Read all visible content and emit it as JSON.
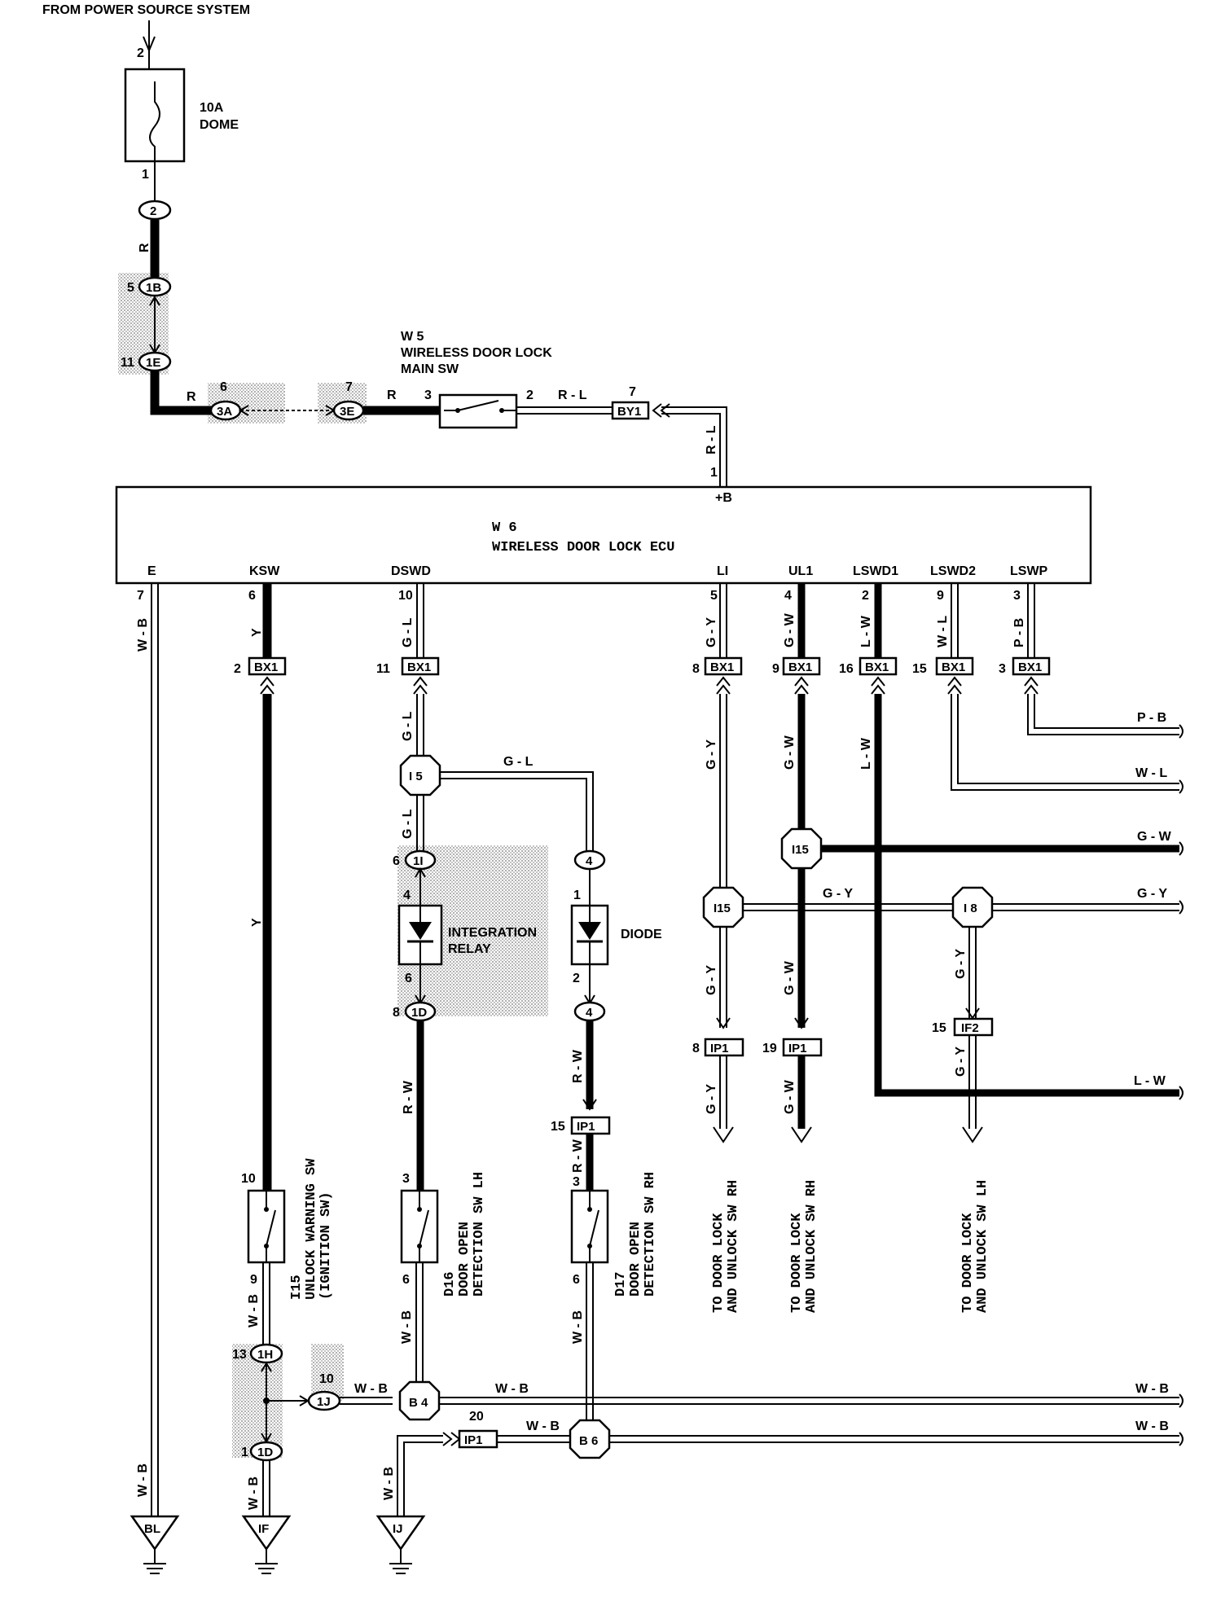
{
  "header": {
    "source": "FROM POWER SOURCE SYSTEM"
  },
  "fuse": {
    "rating": "10A",
    "name": "DOME",
    "pin_top": "2",
    "pin_bottom": "1"
  },
  "main_sw": {
    "code": "W 5",
    "name_line1": "WIRELESS DOOR LOCK",
    "name_line2": "MAIN SW",
    "pin_in": "3",
    "pin_out": "2"
  },
  "ecu": {
    "code": "W 6",
    "name": "WIRELESS DOOR LOCK ECU",
    "power_terminal": "+B",
    "power_pin": "1",
    "terminals": [
      {
        "name": "E",
        "pin": "7"
      },
      {
        "name": "KSW",
        "pin": "6"
      },
      {
        "name": "DSWD",
        "pin": "10"
      },
      {
        "name": "LI",
        "pin": "5"
      },
      {
        "name": "UL1",
        "pin": "4"
      },
      {
        "name": "LSWD1",
        "pin": "2"
      },
      {
        "name": "LSWD2",
        "pin": "9"
      },
      {
        "name": "LSWP",
        "pin": "3"
      }
    ]
  },
  "connectors": {
    "c2": "2",
    "c1B": "1B",
    "c1E": "1E",
    "c3A": "3A",
    "c3E": "3E",
    "cBY1": "BY1",
    "c1I": "1I",
    "c1D": "1D",
    "c4": "4",
    "cIP1": "IP1",
    "cIF2": "IF2",
    "c1H": "1H",
    "c1J": "1J",
    "c1Dl": "1D",
    "cBX1": "BX1"
  },
  "splices": {
    "I5": "I 5",
    "I15": "I15",
    "I8": "I 8",
    "B4": "B 4",
    "B6": "B 6"
  },
  "pins": {
    "p5": "5",
    "p11": "11",
    "p6": "6",
    "p7": "7",
    "p3": "3",
    "p2": "2",
    "p1": "1",
    "p4": "4",
    "p8": "8",
    "p9": "9",
    "p10": "10",
    "p13": "13",
    "p15": "15",
    "p16": "16",
    "p19": "19",
    "p20": "20"
  },
  "wires": {
    "R": "R",
    "RL": "R - L",
    "RLv": "R - L",
    "WB": "W - B",
    "Y": "Y",
    "GL": "G - L",
    "GY": "G - Y",
    "GW": "G - W",
    "LW": "L - W",
    "WL": "W - L",
    "PB": "P - B",
    "RW": "R - W"
  },
  "components": {
    "integration_relay_1": "INTEGRATION",
    "integration_relay_2": "RELAY",
    "diode": "DIODE",
    "i15_code": "I15",
    "i15_line1": "UNLOCK WARNING SW",
    "i15_line2": "(IGNITION SW)",
    "d16_code": "D16",
    "d16_line1": "DOOR OPEN",
    "d16_line2": "DETECTION SW LH",
    "d17_code": "D17",
    "d17_line1": "DOOR OPEN",
    "d17_line2": "DETECTION SW RH"
  },
  "destinations": {
    "rh_line1": "TO DOOR LOCK",
    "rh_line2": "AND UNLOCK SW RH",
    "lh_line1": "TO DOOR LOCK",
    "lh_line2": "AND UNLOCK SW LH"
  },
  "grounds": {
    "BL": "BL",
    "IF": "IF",
    "IJ": "IJ"
  }
}
